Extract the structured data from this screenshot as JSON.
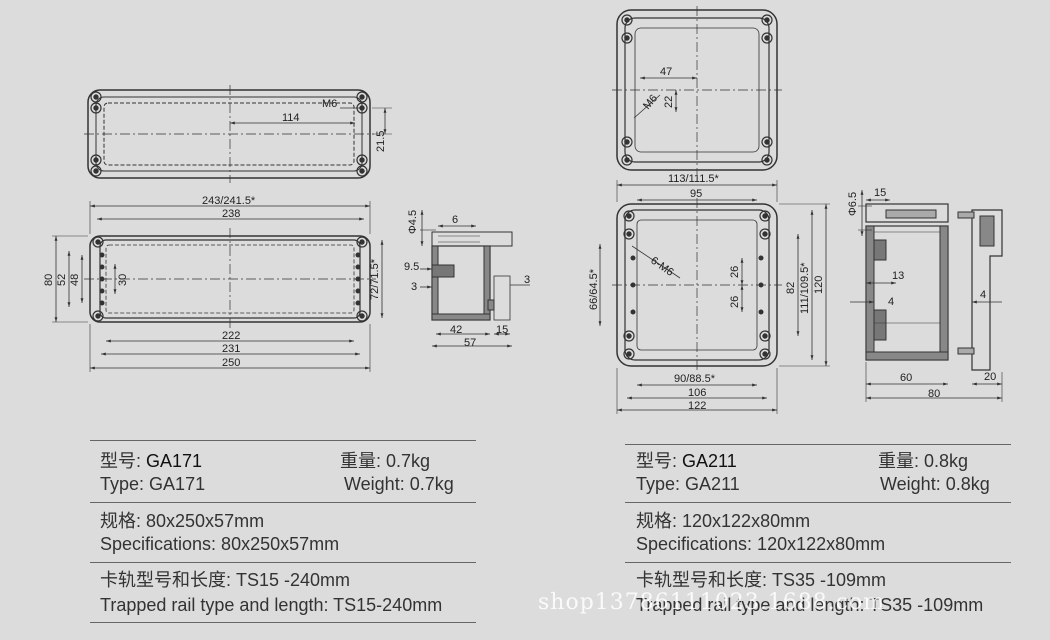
{
  "left": {
    "dims": {
      "m6": "M6",
      "d114": "114",
      "d21_5": "21.5",
      "d243": "243/241.5*",
      "d238": "238",
      "d80": "80",
      "d52": "52",
      "d48": "48",
      "d30": "30",
      "d72": "72/71.5*",
      "d222": "222",
      "d231": "231",
      "d250": "250",
      "phi4_5": "Φ4.5",
      "d6": "6",
      "d9_5": "9.5",
      "d3a": "3",
      "d3b": "3",
      "d42": "42",
      "d15": "15",
      "d57": "57"
    },
    "model_cn": "型号:",
    "model_cn_val": "GA171",
    "model_en": "Type:",
    "model_en_val": "GA171",
    "weight_cn": "重量:  0.7kg",
    "weight_en": "Weight: 0.7kg",
    "spec_cn": "规格:  80x250x57mm",
    "spec_en": "Specifications: 80x250x57mm",
    "rail_cn": "卡轨型号和长度:  TS15 -240mm",
    "rail_en": "Trapped rail type and length: TS15-240mm"
  },
  "right": {
    "dims": {
      "d47": "47",
      "d22": "22",
      "m6": "M6",
      "d113": "113/111.5*",
      "d95": "95",
      "m6x6": "6-M6",
      "d66": "66/64.5*",
      "d26a": "26",
      "d26b": "26",
      "d82": "82",
      "d111": "111/109.5*",
      "d120": "120",
      "d90": "90/88.5*",
      "d106": "106",
      "d122": "122",
      "phi6_5": "Φ6.5",
      "d15": "15",
      "d13": "13",
      "d4a": "4",
      "d4b": "4",
      "d60": "60",
      "d20": "20",
      "d80": "80"
    },
    "model_cn": "型号:",
    "model_cn_val": "GA211",
    "model_en": "Type:",
    "model_en_val": "GA211",
    "weight_cn": "重量:  0.8kg",
    "weight_en": "Weight: 0.8kg",
    "spec_cn": "规格:  120x122x80mm",
    "spec_en": "Specifications: 120x122x80mm",
    "rail_cn": "卡轨型号和长度:  TS35 -109mm",
    "rail_en": "Trapped rail type and length: TS35 -109mm"
  },
  "watermark": "shop13786111023.1688.com"
}
